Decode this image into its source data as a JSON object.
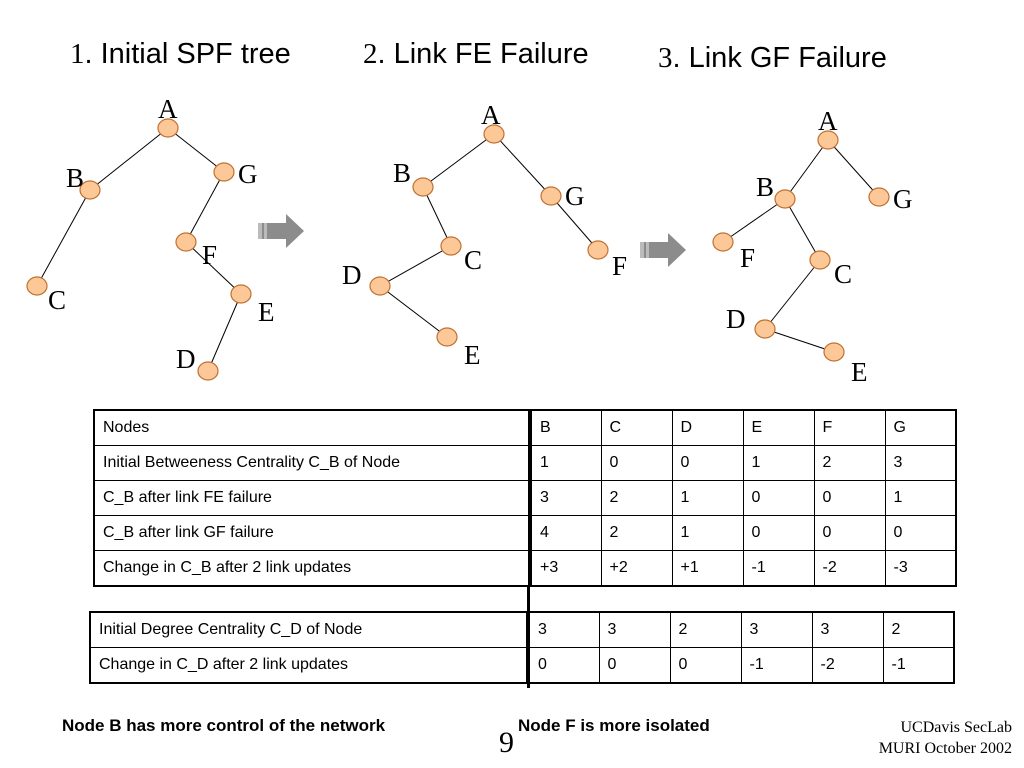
{
  "titles": [
    {
      "num": "1",
      "text": ". Initial SPF tree"
    },
    {
      "num": "2",
      "text": ". Link FE Failure"
    },
    {
      "num": "3",
      "text": ". Link GF Failure"
    }
  ],
  "trees": [
    {
      "name": "initial-spf-tree",
      "nodes": [
        {
          "id": "A",
          "label": "A"
        },
        {
          "id": "B",
          "label": "B"
        },
        {
          "id": "G",
          "label": "G"
        },
        {
          "id": "C",
          "label": "C"
        },
        {
          "id": "F",
          "label": "F"
        },
        {
          "id": "E",
          "label": "E"
        },
        {
          "id": "D",
          "label": "D"
        }
      ],
      "edges": [
        [
          "A",
          "B"
        ],
        [
          "A",
          "G"
        ],
        [
          "B",
          "C"
        ],
        [
          "G",
          "F"
        ],
        [
          "F",
          "E"
        ],
        [
          "E",
          "D"
        ]
      ]
    },
    {
      "name": "link-fe-failure-tree",
      "nodes": [
        {
          "id": "A",
          "label": "A"
        },
        {
          "id": "B",
          "label": "B"
        },
        {
          "id": "G",
          "label": "G"
        },
        {
          "id": "C",
          "label": "C"
        },
        {
          "id": "F",
          "label": "F"
        },
        {
          "id": "D",
          "label": "D"
        },
        {
          "id": "E",
          "label": "E"
        }
      ],
      "edges": [
        [
          "A",
          "B"
        ],
        [
          "A",
          "G"
        ],
        [
          "B",
          "C"
        ],
        [
          "G",
          "F"
        ],
        [
          "C",
          "D"
        ],
        [
          "D",
          "E"
        ]
      ]
    },
    {
      "name": "link-gf-failure-tree",
      "nodes": [
        {
          "id": "A",
          "label": "A"
        },
        {
          "id": "B",
          "label": "B"
        },
        {
          "id": "G",
          "label": "G"
        },
        {
          "id": "F",
          "label": "F"
        },
        {
          "id": "C",
          "label": "C"
        },
        {
          "id": "D",
          "label": "D"
        },
        {
          "id": "E",
          "label": "E"
        }
      ],
      "edges": [
        [
          "A",
          "B"
        ],
        [
          "A",
          "G"
        ],
        [
          "B",
          "F"
        ],
        [
          "B",
          "C"
        ],
        [
          "C",
          "D"
        ],
        [
          "D",
          "E"
        ]
      ]
    }
  ],
  "colors": {
    "node_fill": "#fcc898",
    "node_stroke": "#c07030",
    "arrow": "#8c8c8c"
  },
  "betweenness_table": {
    "header": [
      "Nodes",
      "B",
      "C",
      "D",
      "E",
      "F",
      "G"
    ],
    "rows": [
      [
        "Initial Betweeness Centrality C_B of  Node",
        "1",
        "0",
        "0",
        "1",
        "2",
        "3"
      ],
      [
        "C_B after link FE failure",
        "3",
        "2",
        "1",
        "0",
        "0",
        "1"
      ],
      [
        "C_B after link GF failure",
        "4",
        "2",
        "1",
        "0",
        "0",
        "0"
      ],
      [
        "Change in C_B after 2 link updates",
        "+3",
        "+2",
        "+1",
        "-1",
        "-2",
        "-3"
      ]
    ]
  },
  "degree_table": {
    "rows": [
      [
        "Initial Degree Centrality C_D of Node",
        "3",
        "3",
        "2",
        "3",
        "3",
        "2"
      ],
      [
        "Change in C_D after 2 link updates",
        "0",
        "0",
        "0",
        "-1",
        "-2",
        "-1"
      ]
    ]
  },
  "footer": {
    "left": "Node B has more control of the network",
    "right": "Node F is more isolated",
    "page": "9",
    "credit_line1": "UCDavis SecLab",
    "credit_line2": "MURI October 2002"
  }
}
